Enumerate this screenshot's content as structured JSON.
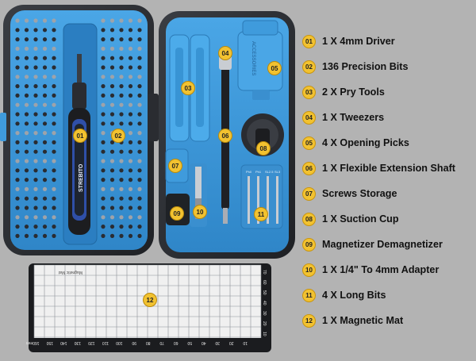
{
  "case": {
    "accent": "#3f9bdc",
    "shell": "#2a2c31",
    "driver_label": "STREBITO",
    "accessories_label": "ACCESSORIES",
    "bit_size_labels": [
      "Ph0",
      "Ph1",
      "SL2.5",
      "SL3"
    ]
  },
  "mat": {
    "title": "Magnetic Mat",
    "ruler_numbers": [
      "10",
      "20",
      "30",
      "40",
      "50",
      "60",
      "70",
      "80",
      "90",
      "100",
      "110",
      "120",
      "130",
      "140",
      "150",
      "160mm"
    ],
    "side_numbers": [
      "70",
      "60",
      "50",
      "40",
      "30",
      "20",
      "10"
    ]
  },
  "legend": [
    {
      "num": "01",
      "label": "1 X 4mm Driver"
    },
    {
      "num": "02",
      "label": "136 Precision Bits"
    },
    {
      "num": "03",
      "label": "2 X Pry Tools"
    },
    {
      "num": "04",
      "label": "1 X Tweezers"
    },
    {
      "num": "05",
      "label": "4 X Opening Picks"
    },
    {
      "num": "06",
      "label": "1 X Flexible Extension Shaft"
    },
    {
      "num": "07",
      "label": "Screws Storage"
    },
    {
      "num": "08",
      "label": "1 X Suction Cup"
    },
    {
      "num": "09",
      "label": "Magnetizer Demagnetizer"
    },
    {
      "num": "10",
      "label": "1 X 1/4\" To 4mm Adapter"
    },
    {
      "num": "11",
      "label": "4 X Long Bits"
    },
    {
      "num": "12",
      "label": "1 X Magnetic Mat"
    }
  ],
  "markers": [
    "01",
    "02",
    "03",
    "04",
    "05",
    "06",
    "07",
    "08",
    "09",
    "10",
    "11",
    "12"
  ]
}
